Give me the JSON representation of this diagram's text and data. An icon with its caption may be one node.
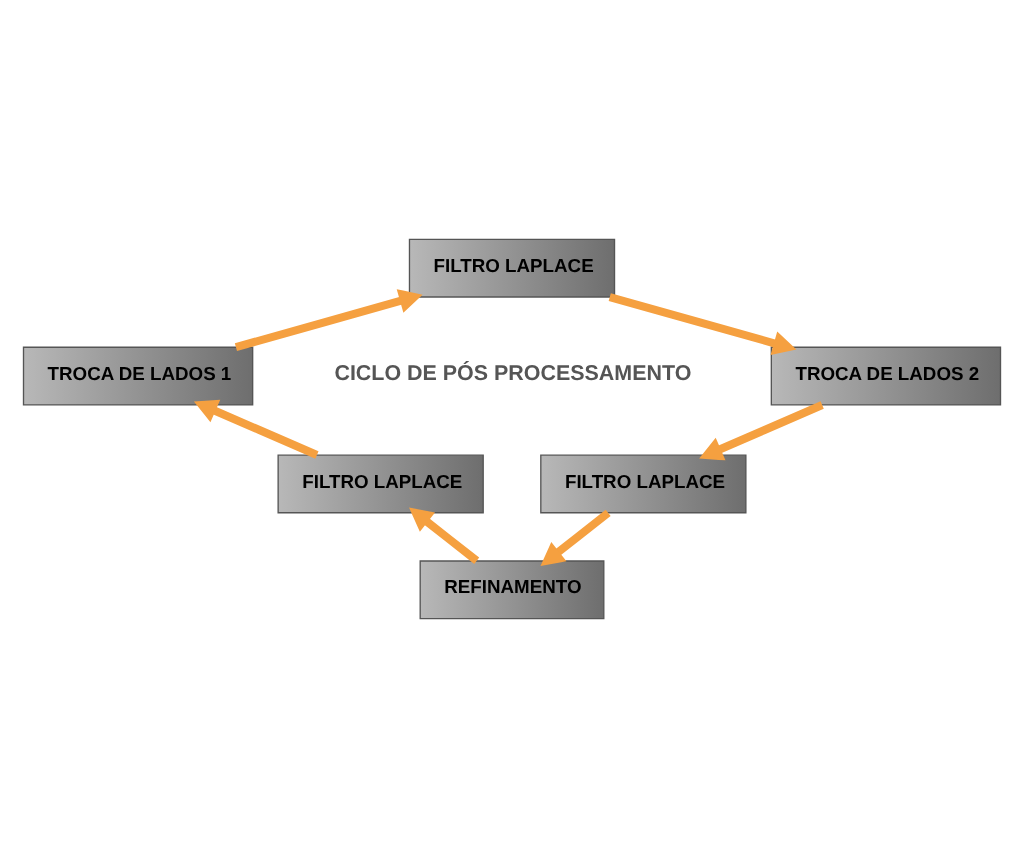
{
  "diagram": {
    "nodes": [
      {
        "text": [
          "FILTRO LAPLACE"
        ]
      },
      {
        "text": [
          "TROCA DE LADOS 1"
        ]
      },
      {
        "text": [
          "TROCA DE LADOS 2"
        ]
      },
      {
        "text": [
          "FILTRO LAPLACE"
        ]
      },
      {
        "text": [
          "FILTRO LAPLACE"
        ]
      },
      {
        "text": [
          "REFINAMENTO"
        ]
      }
    ],
    "edges": [
      {
        "from": 1,
        "to": 0,
        "arrow": "to"
      },
      {
        "from": 0,
        "to": 2,
        "arrow": "to"
      },
      {
        "from": 2,
        "to": 4,
        "arrow": "to"
      },
      {
        "from": 4,
        "to": 5,
        "arrow": "to"
      },
      {
        "from": 5,
        "to": 3,
        "arrow": "to"
      },
      {
        "from": 3,
        "to": 1,
        "arrow": "to"
      }
    ],
    "labels": [
      "CICLO DE PÓS PROCESSAMENTO"
    ]
  }
}
